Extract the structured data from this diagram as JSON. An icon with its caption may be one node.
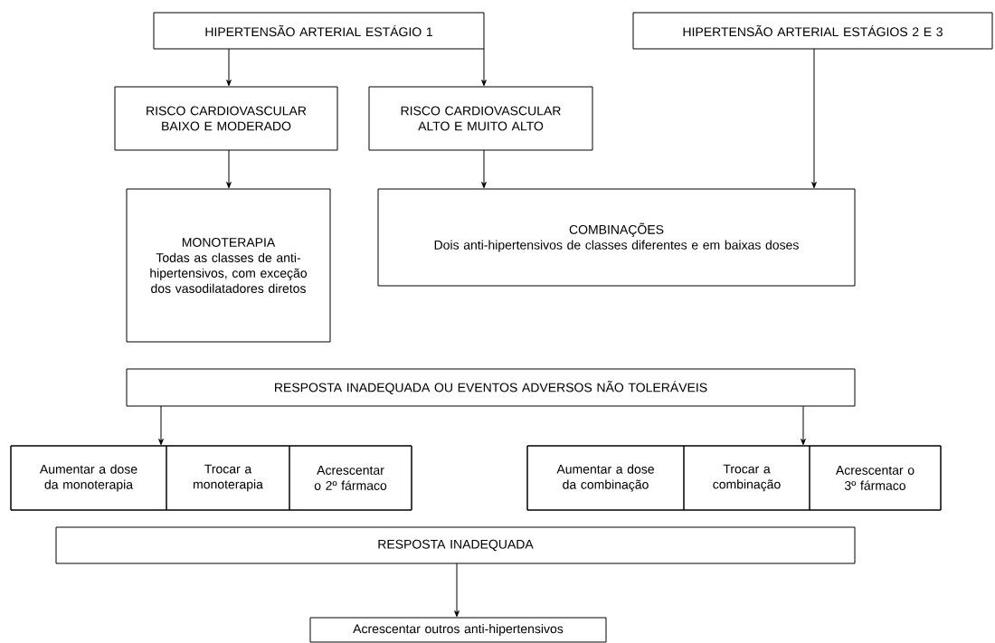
{
  "diagram": {
    "nodes": [
      {
        "text": [
          "HIPERTENSÃO ARTERIAL ESTÁGIO 1"
        ]
      },
      {
        "text": [
          "HIPERTENSÃO ARTERIAL ESTÁGIOS 2 E 3"
        ]
      },
      {
        "text": [
          "RISCO CARDIOVASCULAR BAIXO E MODERADO"
        ]
      },
      {
        "text": [
          "RISCO CARDIOVASCULAR ALTO E MUITO ALTO"
        ]
      },
      {
        "text": [
          "MONOTERAPIA",
          "Todas as classes de anti-hipertensivos, com exceção dos vasodilatadores diretos"
        ]
      },
      {
        "text": [
          "COMBINAÇÕES",
          "Dois anti-hipertensivos de classes diferentes e em baixas doses"
        ]
      },
      {
        "text": [
          "RESPOSTA INADEQUADA OU EVENTOS ADVERSOS NÃO TOLERÁVEIS"
        ]
      },
      {
        "text": [],
        "shape": "box"
      },
      {
        "text": [
          "Aumentar a dose da monoterapia"
        ],
        "in": 7
      },
      {
        "text": [
          "Trocar a monoterapia"
        ],
        "in": 7
      },
      {
        "text": [
          "Acrescentar o 2º fármaco"
        ],
        "in": 7
      },
      {
        "text": [],
        "shape": "box"
      },
      {
        "text": [
          "Aumentar a dose da combinação"
        ],
        "in": 11
      },
      {
        "text": [
          "Trocar a combinação"
        ],
        "in": 11
      },
      {
        "text": [
          "Acrescentar o 3º fármaco"
        ],
        "in": 11
      },
      {
        "text": [
          "RESPOSTA INADEQUADA"
        ]
      },
      {
        "text": [
          "Acrescentar outros anti-hipertensivos"
        ]
      }
    ],
    "edges": [
      {
        "from": 0,
        "to": 2,
        "arrow": "to"
      },
      {
        "from": 0,
        "to": 3,
        "arrow": "to"
      },
      {
        "from": 1,
        "to": 5,
        "arrow": "to"
      },
      {
        "from": 2,
        "to": 4,
        "arrow": "to"
      },
      {
        "from": 3,
        "to": 5,
        "arrow": "to"
      },
      {
        "from": 6,
        "to": 7,
        "arrow": "to"
      },
      {
        "from": 6,
        "to": 11,
        "arrow": "to"
      },
      {
        "from": 15,
        "to": 16,
        "arrow": "to"
      }
    ]
  }
}
